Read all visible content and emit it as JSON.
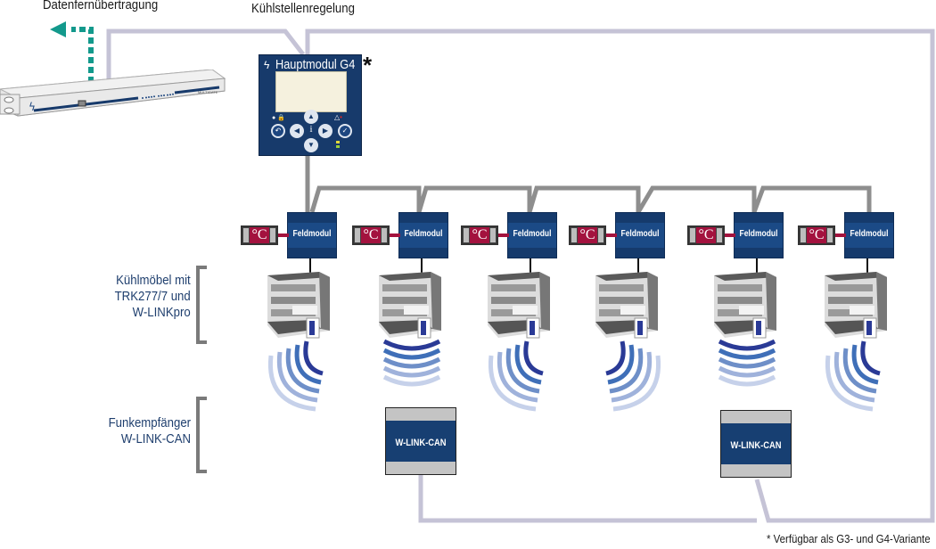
{
  "titles": {
    "remote_transmission": "Datenfernübertragung",
    "cooling_control": "Kühlstellenregelung"
  },
  "main_module": {
    "title": "Hauptmodul G4",
    "asterisk": "*",
    "info_button": "i",
    "lock_icon": "lock-icon",
    "alarm_icon": "warning-icon"
  },
  "gateway": {
    "brand": "MULTIGATE"
  },
  "field_modules": [
    {
      "label": "Feldmodul",
      "sensor": "°C"
    },
    {
      "label": "Feldmodul",
      "sensor": "°C"
    },
    {
      "label": "Feldmodul",
      "sensor": "°C"
    },
    {
      "label": "Feldmodul",
      "sensor": "°C"
    },
    {
      "label": "Feldmodul",
      "sensor": "°C"
    },
    {
      "label": "Feldmodul",
      "sensor": "°C"
    }
  ],
  "side_labels": {
    "cabinets": [
      "Kühlmöbel mit",
      "TRK277/7 und",
      "W-LINKpro"
    ],
    "receivers": [
      "Funkempfänger",
      "W-LINK-CAN"
    ]
  },
  "receivers": [
    {
      "label": "W-LINK-CAN"
    },
    {
      "label": "W-LINK-CAN"
    }
  ],
  "footnote": "* Verfügbar als G3- und G4-Variante",
  "colors": {
    "bus_gray": "#c5c3d6",
    "field_bus": "#8e8e8e",
    "module_blue": "#1b4a86",
    "sensor_red": "#a3123e",
    "transmission_teal": "#13998c",
    "label_blue": "#1f3f6e"
  }
}
